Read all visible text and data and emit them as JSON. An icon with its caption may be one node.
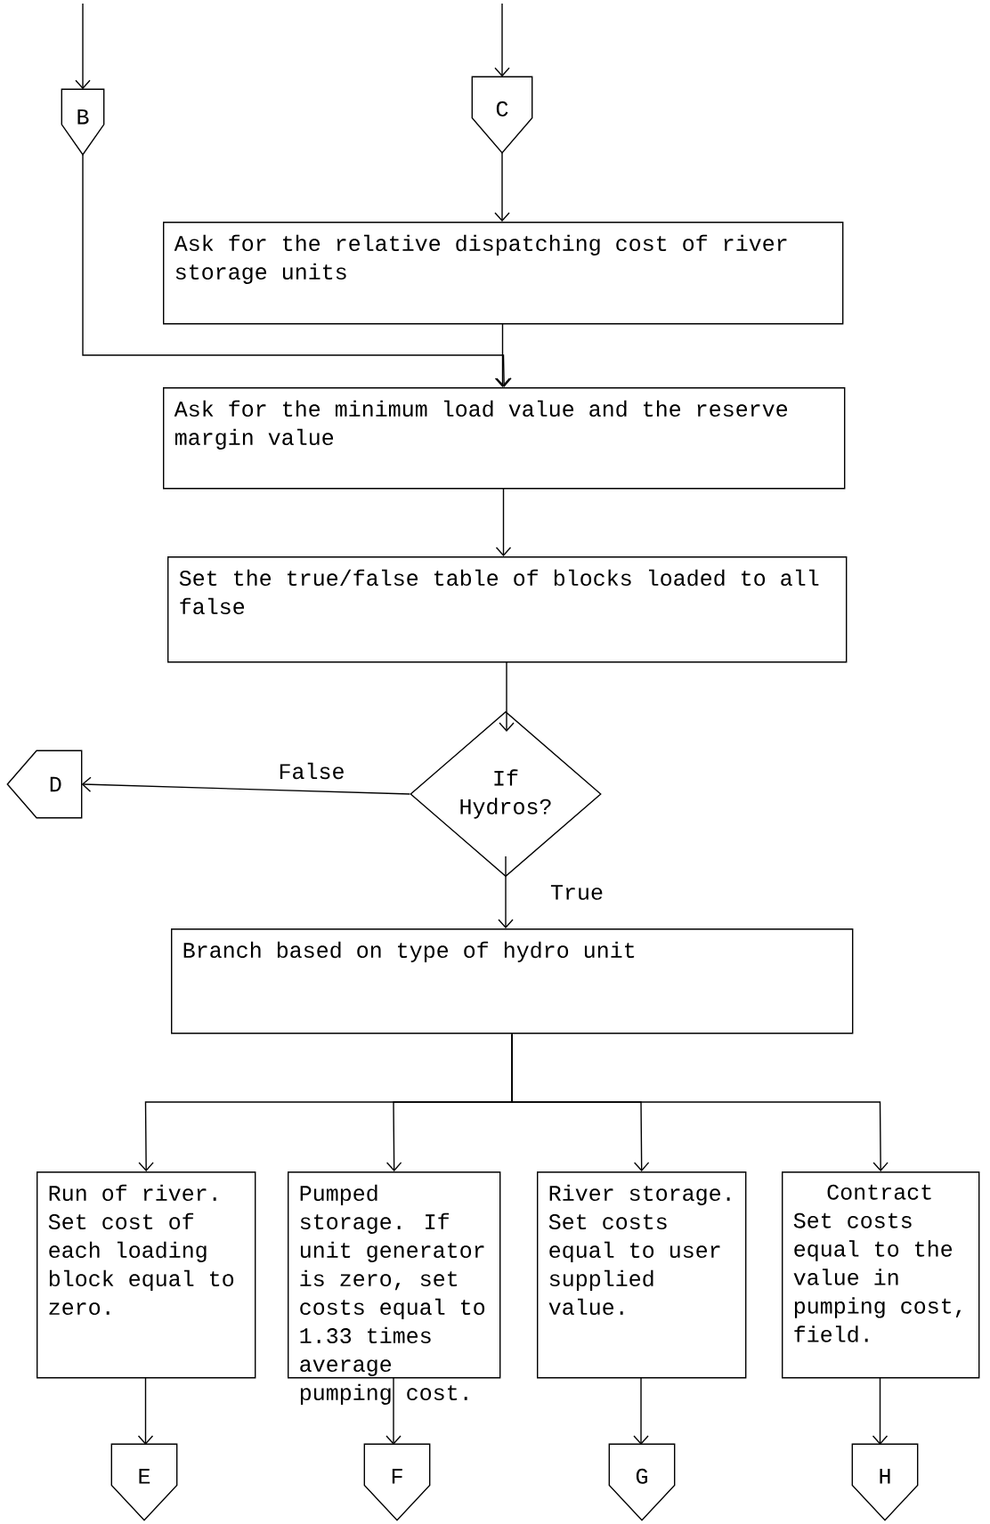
{
  "diagram": {
    "nodes": [
      {
        "text": [
          "B"
        ]
      },
      {
        "text": [
          "C"
        ]
      },
      {
        "text": [
          "Ask for the relative dispatching cost of river storage units"
        ]
      },
      {
        "text": [
          "Ask for the minimum load value and the reserve margin value"
        ]
      },
      {
        "text": [
          "Set the true/false table of blocks loaded to all false"
        ]
      },
      {
        "text": [
          "If Hydros?"
        ]
      },
      {
        "text": [
          "D"
        ]
      },
      {
        "text": [
          "Branch based on type of hydro unit"
        ]
      },
      {
        "text": [
          "Run of river. Set cost of each loading block equal to zero."
        ]
      },
      {
        "text": [
          "Pumped storage. If unit generator is zero, set costs equal to 1.33 times average pumping cost."
        ]
      },
      {
        "text": [
          "River storage. Set costs equal to user supplied value."
        ]
      },
      {
        "text": [
          "Contract",
          "Set costs equal to the value in pumping cost, field."
        ]
      },
      {
        "text": [
          "E"
        ]
      },
      {
        "text": [
          "F"
        ]
      },
      {
        "text": [
          "G"
        ]
      },
      {
        "text": [
          "H"
        ]
      }
    ],
    "edges": [
      {
        "from": null,
        "to": 0,
        "arrow": "to"
      },
      {
        "from": null,
        "to": 1,
        "arrow": "to"
      },
      {
        "from": 1,
        "to": 2,
        "arrow": "to"
      },
      {
        "from": 0,
        "to": 3,
        "arrow": "to"
      },
      {
        "from": 2,
        "to": 3,
        "arrow": "to"
      },
      {
        "from": 3,
        "to": 4,
        "arrow": "to"
      },
      {
        "from": 4,
        "to": 5,
        "arrow": "to"
      },
      {
        "from": 5,
        "to": 6,
        "arrow": "to",
        "label": "False"
      },
      {
        "from": 5,
        "to": 7,
        "arrow": "to",
        "label": "True"
      },
      {
        "from": 7,
        "to": 8,
        "arrow": "to"
      },
      {
        "from": 7,
        "to": 9,
        "arrow": "to"
      },
      {
        "from": 7,
        "to": 10,
        "arrow": "to"
      },
      {
        "from": 7,
        "to": 11,
        "arrow": "to"
      },
      {
        "from": 8,
        "to": 12,
        "arrow": "to"
      },
      {
        "from": 9,
        "to": 13,
        "arrow": "to"
      },
      {
        "from": 10,
        "to": 14,
        "arrow": "to"
      },
      {
        "from": 11,
        "to": 15,
        "arrow": "to"
      }
    ]
  }
}
